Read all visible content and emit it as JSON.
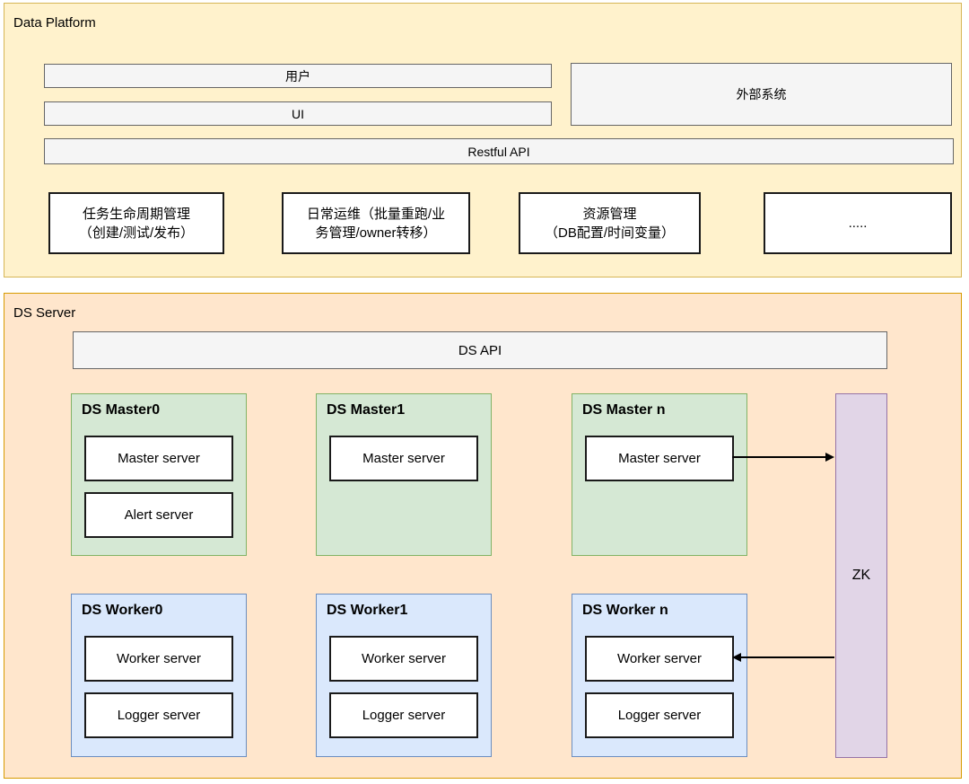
{
  "palette": {
    "data_platform_fill": "#FFF2CC",
    "data_platform_border": "#D6B656",
    "ds_server_fill": "#FFE6CC",
    "ds_server_border": "#D79B00",
    "master_group_fill": "#D5E8D4",
    "master_group_border": "#82B366",
    "worker_group_fill": "#DAE8FC",
    "worker_group_border": "#6C8EBF",
    "zk_fill": "#E1D5E7",
    "zk_border": "#9673A6",
    "bar_fill": "#F5F5F5",
    "bar_border": "#666666",
    "white_box_fill": "#FFFFFF",
    "white_box_border": "#000000",
    "arrow_color": "#000000"
  },
  "data_platform": {
    "title": "Data Platform",
    "users_bar": "用户",
    "ui_bar": "UI",
    "external_system_box": "外部系统",
    "restful_api_bar": "Restful API",
    "feature_boxes": [
      {
        "lines": [
          "任务生命周期管理",
          "（创建/测试/发布）"
        ]
      },
      {
        "lines": [
          "日常运维（批量重跑/业",
          "务管理/owner转移）"
        ]
      },
      {
        "lines": [
          "资源管理",
          "（DB配置/时间变量）"
        ]
      },
      {
        "lines": [
          "....."
        ]
      }
    ]
  },
  "ds_server": {
    "title": "DS Server",
    "ds_api_bar": "DS API",
    "master_groups": [
      {
        "title": "DS Master0",
        "servers": [
          "Master server",
          "Alert server"
        ]
      },
      {
        "title": "DS Master1",
        "servers": [
          "Master server"
        ]
      },
      {
        "title": "DS Master n",
        "servers": [
          "Master server"
        ]
      }
    ],
    "worker_groups": [
      {
        "title": "DS Worker0",
        "servers": [
          "Worker server",
          "Logger server"
        ]
      },
      {
        "title": "DS Worker1",
        "servers": [
          "Worker server",
          "Logger server"
        ]
      },
      {
        "title": "DS Worker n",
        "servers": [
          "Worker server",
          "Logger server"
        ]
      }
    ],
    "zk_label": "ZK",
    "connections": [
      {
        "from": "Master server (DS Master n)",
        "to": "ZK"
      },
      {
        "from": "ZK",
        "to": "Worker server (DS Worker n)"
      }
    ]
  }
}
